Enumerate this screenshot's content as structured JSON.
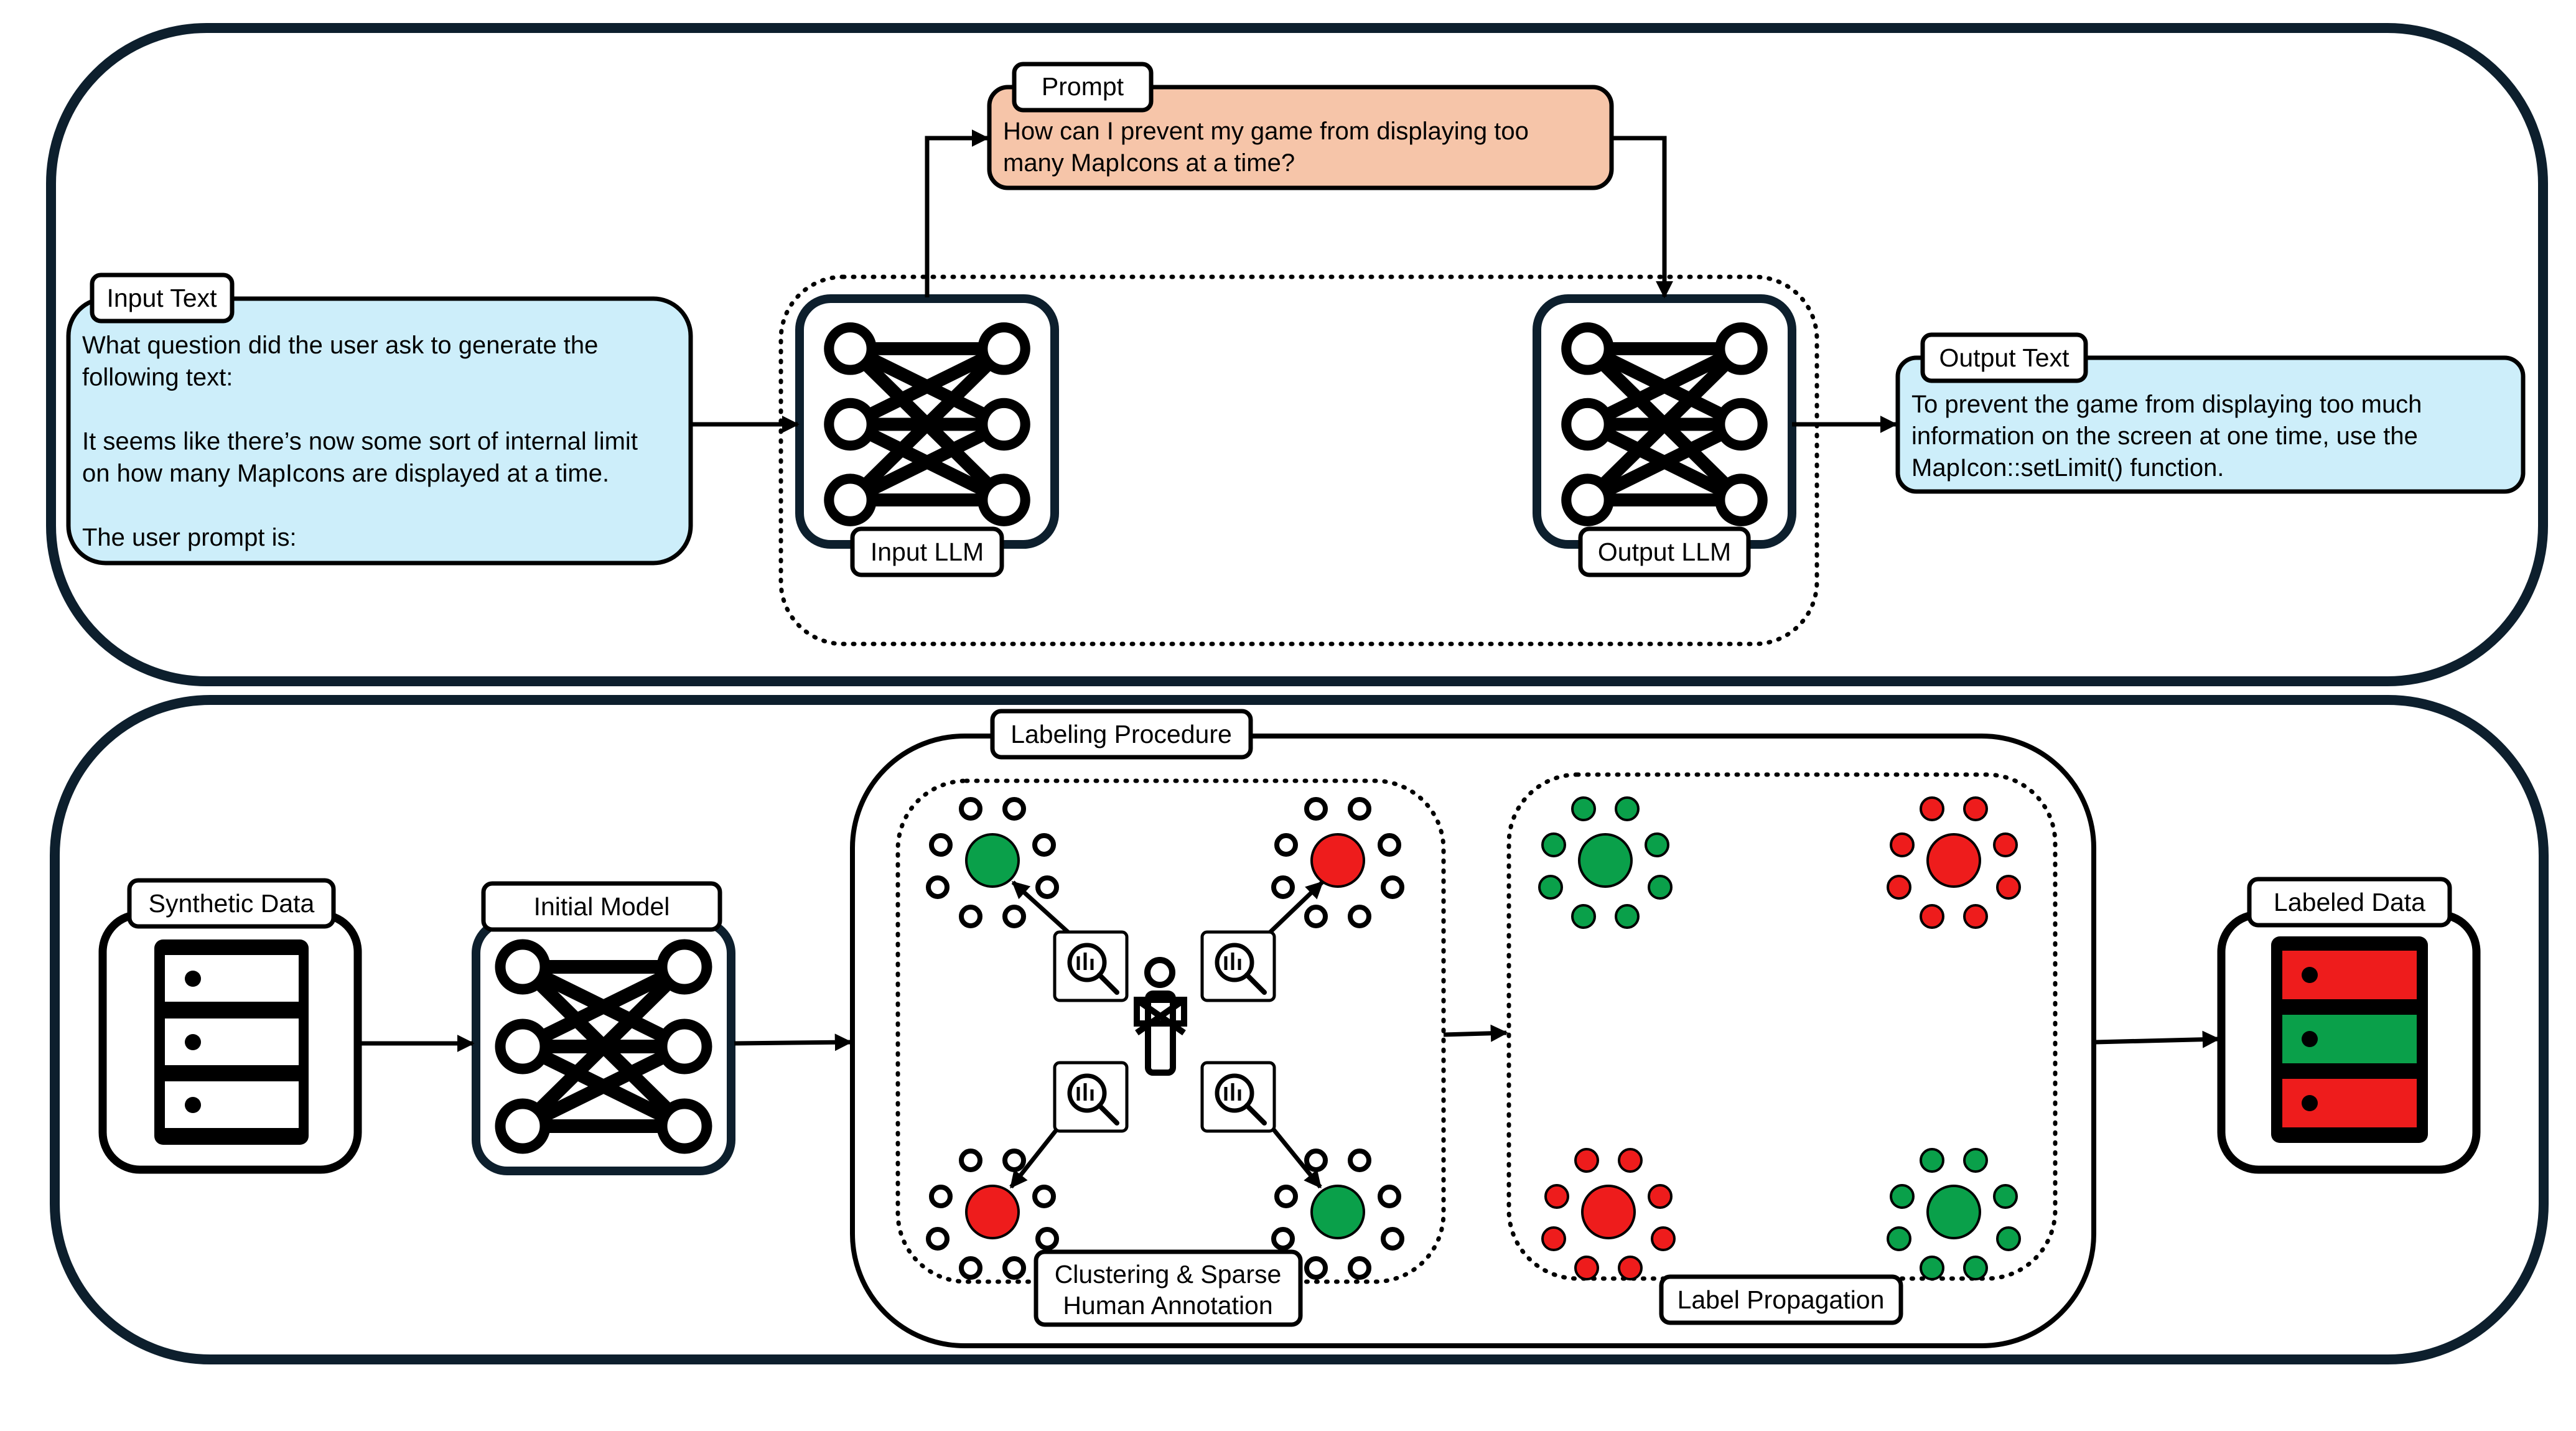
{
  "top_panel": {
    "input_text": {
      "tag": "Input Text",
      "lines": [
        "What question did the user ask to generate the",
        "following text:",
        "",
        "It seems like there’s now some sort of internal limit",
        "on how many MapIcons are displayed at a time.",
        "",
        "The user prompt is:"
      ]
    },
    "prompt": {
      "tag": "Prompt",
      "lines": [
        "How can I prevent my game from displaying too",
        "many MapIcons at a time?"
      ]
    },
    "input_llm_label": "Input LLM",
    "output_llm_label": "Output LLM",
    "output_text": {
      "tag": "Output Text",
      "lines": [
        "To prevent the game from displaying too much",
        "information on the screen at one time, use the",
        "MapIcon::setLimit() function."
      ]
    }
  },
  "bottom_panel": {
    "synthetic_data_label": "Synthetic Data",
    "initial_model_label": "Initial Model",
    "labeling_procedure_label": "Labeling Procedure",
    "clustering_label": [
      "Clustering & Sparse",
      "Human Annotation"
    ],
    "label_propagation_label": "Label Propagation",
    "labeled_data_label": "Labeled Data"
  },
  "colors": {
    "blue_box": "#cdeefa",
    "orange_box": "#f6c5a9",
    "green": "#0aa04a",
    "red": "#ee1c1c",
    "panel_border": "#0d1f2d"
  }
}
